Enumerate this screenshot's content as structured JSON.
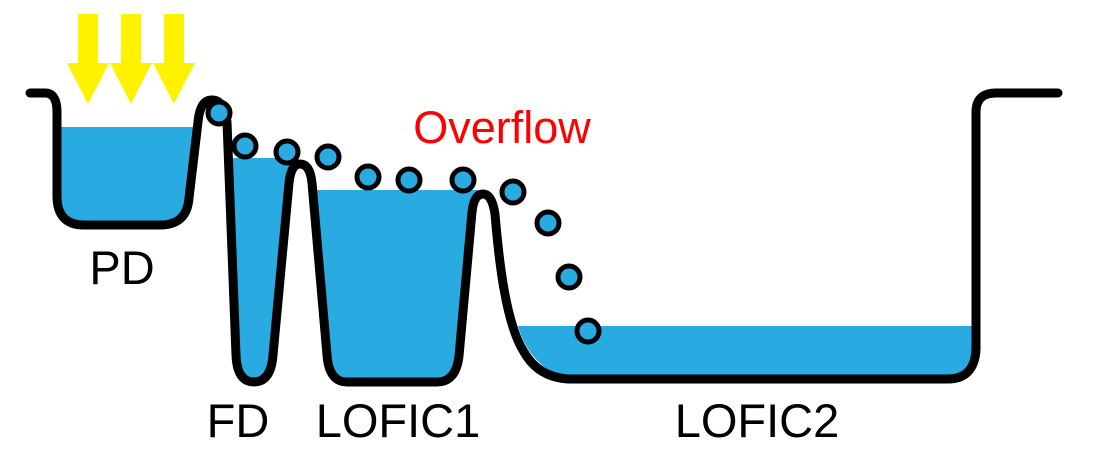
{
  "diagram": {
    "labels": {
      "pd": "PD",
      "fd": "FD",
      "lofic1": "LOFIC1",
      "lofic2": "LOFIC2",
      "overflow": "Overflow"
    },
    "colors": {
      "charge_fill": "#29ABE2",
      "light_arrow": "#FFF200",
      "overflow_text": "#FF0000",
      "outline": "#000000"
    },
    "charge_circle_count": 11,
    "light_arrow_count": 3
  }
}
